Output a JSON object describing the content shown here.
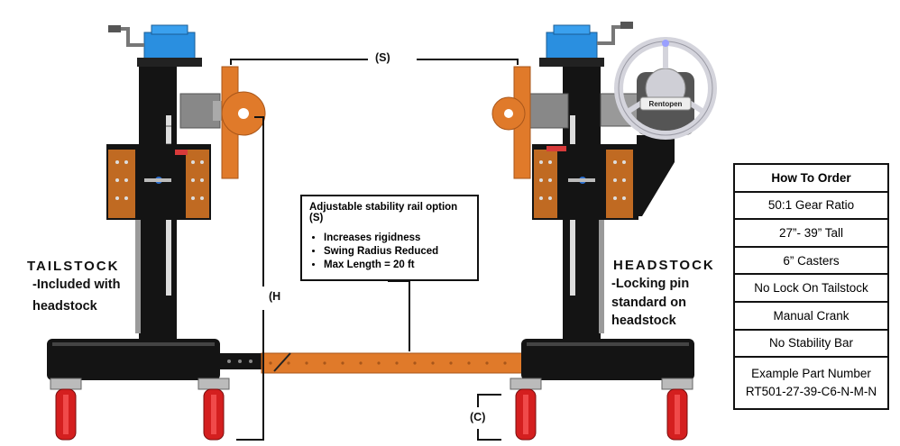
{
  "diagram": {
    "tailstock": {
      "heading": "TAILSTOCK",
      "note_line1": "-Included with",
      "note_line2": "headstock"
    },
    "headstock": {
      "heading": "HEADSTOCK",
      "note_line1": "-Locking pin",
      "note_line2": "standard on",
      "note_line3": "headstock"
    },
    "dimensions": {
      "span": "(S)",
      "height": "(H",
      "caster": "(C)"
    },
    "callout": {
      "title": "Adjustable stability rail option (S)",
      "bullets": [
        "Increases rigidness",
        "Swing Radius Reduced",
        "Max Length = 20 ft"
      ]
    },
    "handwheel_brand": "Rentopen"
  },
  "how_to_order": {
    "title": "How To Order",
    "rows": [
      "50:1 Gear Ratio",
      "27”- 39” Tall",
      "6” Casters",
      "No Lock On Tailstock",
      "Manual Crank",
      "No Stability Bar"
    ],
    "example_label": "Example Part Number",
    "example_value": "RT501-27-39-C6-N-M-N"
  },
  "colors": {
    "frame": "#141414",
    "orange": "#e07a2a",
    "blue": "#2a8fe0",
    "caster_red": "#d41f1f",
    "steel": "#9a9a9a"
  }
}
